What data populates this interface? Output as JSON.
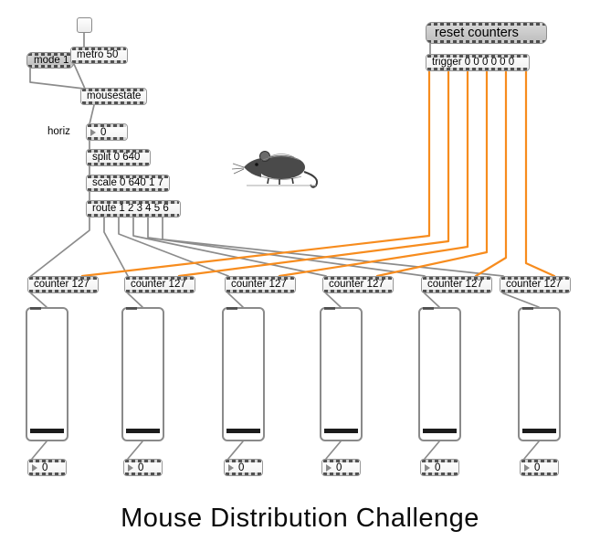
{
  "title": "Mouse Distribution Challenge",
  "palette": {
    "cord_gray": "#8c8c8c",
    "cord_orange": "#f78c1e",
    "message_bg": "#c6c6c6",
    "slider_thumb": "#1c1c1c"
  },
  "objects": {
    "toggle_checked": false,
    "mode_message": "mode 1",
    "metro": "metro 50",
    "mousestate": "mousestate",
    "horiz_comment": "horiz",
    "horiz_number": "0",
    "split": "split 0 640",
    "scale": "scale 0 640 1 7",
    "route": "route 1 2 3 4 5 6",
    "reset_message": "reset counters",
    "trigger": "trigger 0 0 0 0 0 0"
  },
  "counters": [
    {
      "label": "counter 127"
    },
    {
      "label": "counter 127"
    },
    {
      "label": "counter 127"
    },
    {
      "label": "counter 127"
    },
    {
      "label": "counter 127"
    },
    {
      "label": "counter 127"
    }
  ],
  "sliders": [
    {
      "value": 0
    },
    {
      "value": 0
    },
    {
      "value": 0
    },
    {
      "value": 0
    },
    {
      "value": 0
    },
    {
      "value": 0
    }
  ],
  "output_numbers": [
    {
      "value": "0"
    },
    {
      "value": "0"
    },
    {
      "value": "0"
    },
    {
      "value": "0"
    },
    {
      "value": "0"
    },
    {
      "value": "0"
    }
  ]
}
